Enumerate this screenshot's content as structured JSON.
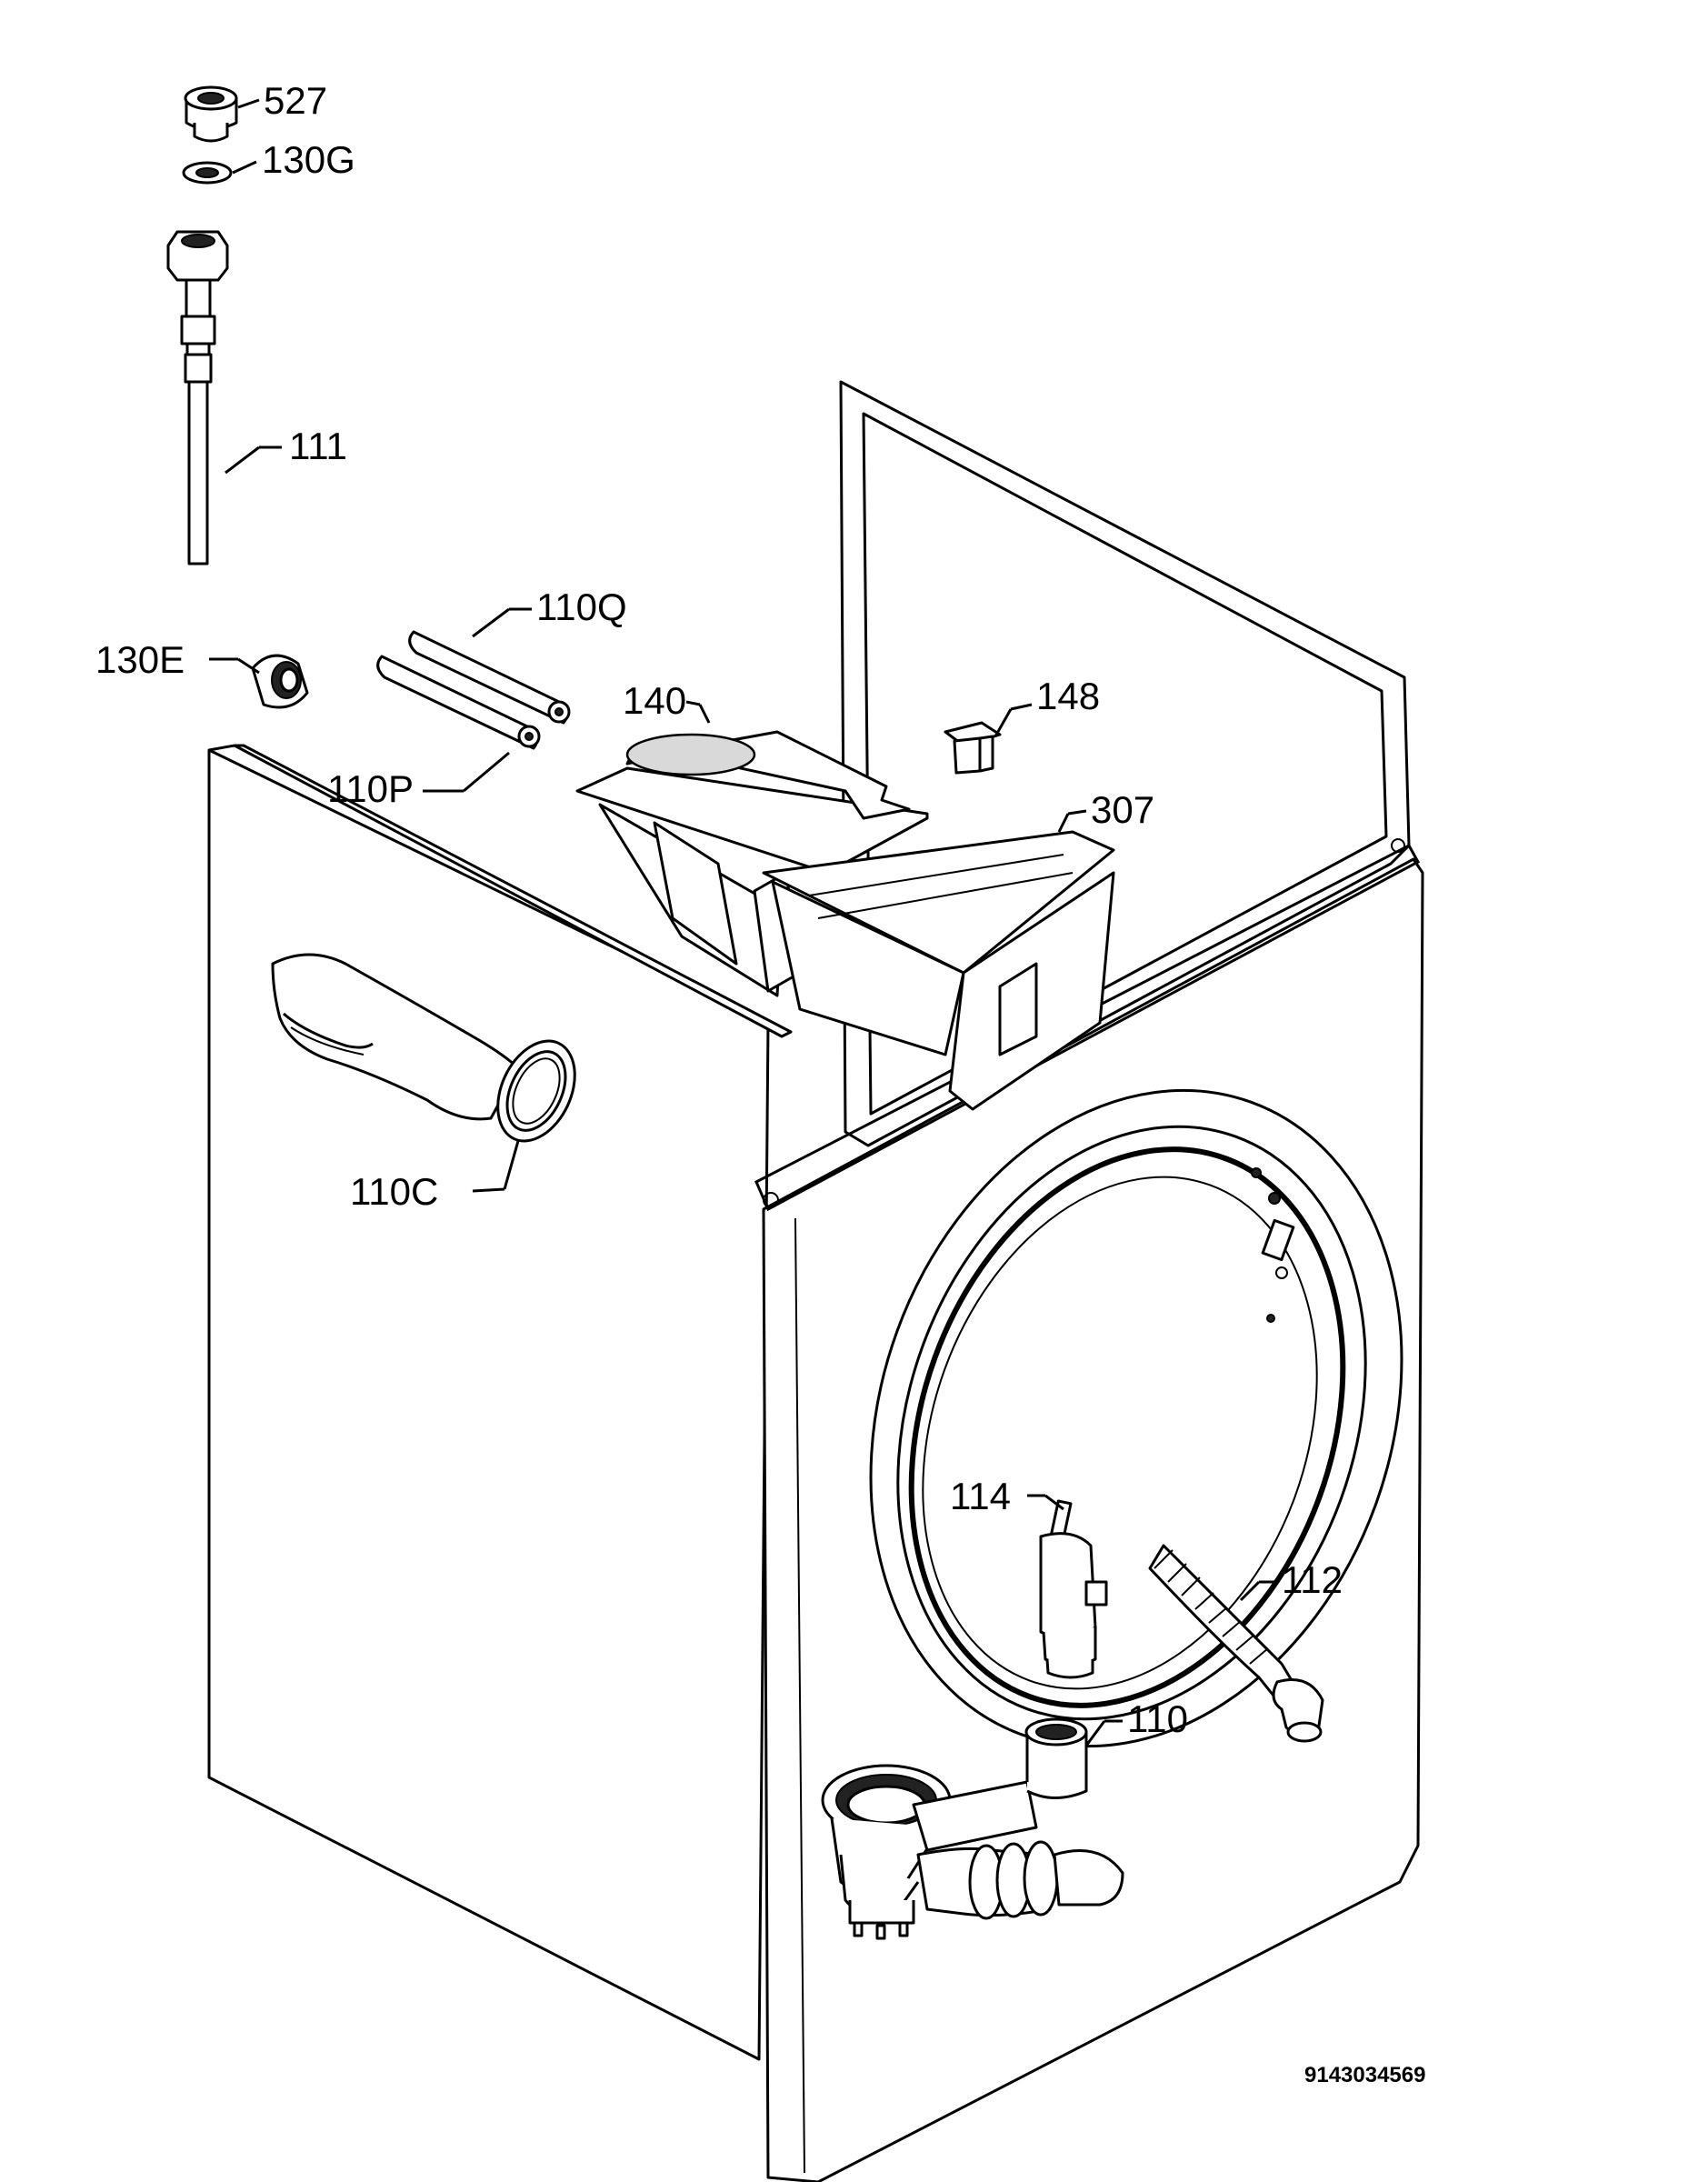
{
  "diagram": {
    "document_id": "9143034569",
    "parts": [
      {
        "id": "p527",
        "label": "527"
      },
      {
        "id": "p130G",
        "label": "130G"
      },
      {
        "id": "p111",
        "label": "111"
      },
      {
        "id": "p110Q",
        "label": "110Q"
      },
      {
        "id": "p130E",
        "label": "130E"
      },
      {
        "id": "p140",
        "label": "140"
      },
      {
        "id": "p148",
        "label": "148"
      },
      {
        "id": "p110P",
        "label": "110P"
      },
      {
        "id": "p307",
        "label": "307"
      },
      {
        "id": "p110C",
        "label": "110C"
      },
      {
        "id": "p114",
        "label": "114"
      },
      {
        "id": "p112",
        "label": "112"
      },
      {
        "id": "p110",
        "label": "110"
      }
    ]
  }
}
